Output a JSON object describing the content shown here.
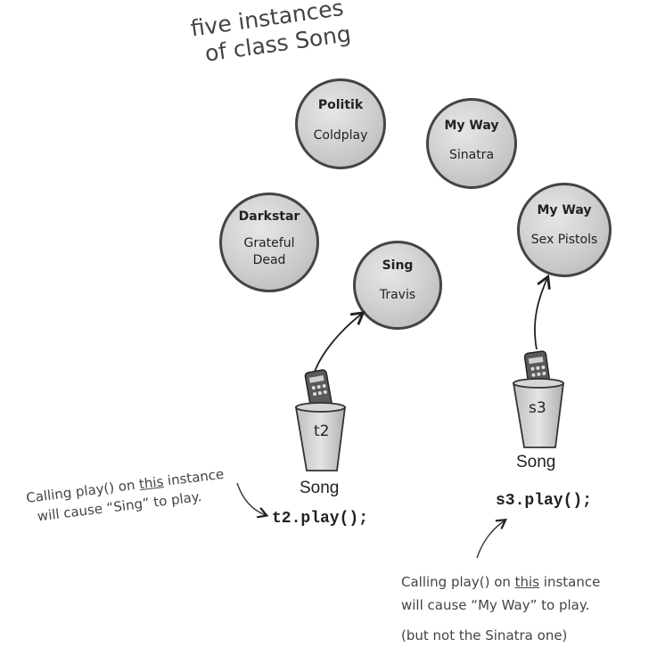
{
  "heading": {
    "line1": "five instances",
    "line2": "of class Song"
  },
  "songs": [
    {
      "title": "Politik",
      "artist": "Coldplay"
    },
    {
      "title": "My Way",
      "artist": "Sinatra"
    },
    {
      "title": "Darkstar",
      "artist_line1": "Grateful",
      "artist_line2": "Dead"
    },
    {
      "title": "Sing",
      "artist": "Travis"
    },
    {
      "title": "My Way",
      "artist": "Sex Pistols"
    }
  ],
  "references": [
    {
      "var": "t2",
      "type": "Song",
      "call": "t2.play();"
    },
    {
      "var": "s3",
      "type": "Song",
      "call": "s3.play();"
    }
  ],
  "notes": {
    "left": {
      "pre": "Calling play() on ",
      "emph": "this",
      "post": " instance",
      "line2": "will cause “Sing” to play."
    },
    "right": {
      "pre": "Calling play() on ",
      "emph": "this",
      "post": " instance",
      "line2": "will cause “My Way” to play.",
      "line3": "(but not the Sinatra one)"
    }
  }
}
